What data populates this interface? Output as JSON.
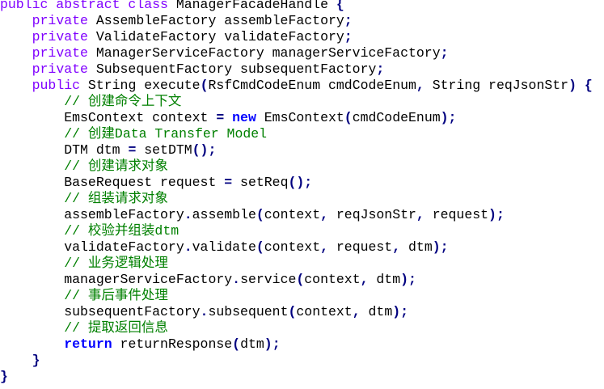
{
  "code_lines": [
    [
      [
        "public abstract class",
        "kw"
      ],
      [
        " ManagerFacadeHandle ",
        "tx"
      ],
      [
        "{",
        "op"
      ]
    ],
    [
      [
        "    ",
        "tx"
      ],
      [
        "private",
        "kw"
      ],
      [
        " AssembleFactory assembleFactory",
        "tx"
      ],
      [
        ";",
        "op"
      ]
    ],
    [
      [
        "    ",
        "tx"
      ],
      [
        "private",
        "kw"
      ],
      [
        " ValidateFactory validateFactory",
        "tx"
      ],
      [
        ";",
        "op"
      ]
    ],
    [
      [
        "    ",
        "tx"
      ],
      [
        "private",
        "kw"
      ],
      [
        " ManagerServiceFactory managerServiceFactory",
        "tx"
      ],
      [
        ";",
        "op"
      ]
    ],
    [
      [
        "    ",
        "tx"
      ],
      [
        "private",
        "kw"
      ],
      [
        " SubsequentFactory subsequentFactory",
        "tx"
      ],
      [
        ";",
        "op"
      ]
    ],
    [
      [
        "    ",
        "tx"
      ],
      [
        "public",
        "kw"
      ],
      [
        " String execute",
        "tx"
      ],
      [
        "(",
        "op"
      ],
      [
        "RsfCmdCodeEnum cmdCodeEnum",
        "tx"
      ],
      [
        ",",
        "op"
      ],
      [
        " String reqJsonStr",
        "tx"
      ],
      [
        ")",
        "op"
      ],
      [
        " ",
        "tx"
      ],
      [
        "{",
        "op"
      ]
    ],
    [
      [
        "        ",
        "tx"
      ],
      [
        "// 创建命令上下文",
        "cm"
      ]
    ],
    [
      [
        "        EmsContext context ",
        "tx"
      ],
      [
        "=",
        "op"
      ],
      [
        " ",
        "tx"
      ],
      [
        "new",
        "ins"
      ],
      [
        " EmsContext",
        "tx"
      ],
      [
        "(",
        "op"
      ],
      [
        "cmdCodeEnum",
        "tx"
      ],
      [
        ");",
        "op"
      ]
    ],
    [
      [
        "        ",
        "tx"
      ],
      [
        "// 创建Data Transfer Model",
        "cm"
      ]
    ],
    [
      [
        "        DTM dtm ",
        "tx"
      ],
      [
        "=",
        "op"
      ],
      [
        " setDTM",
        "tx"
      ],
      [
        "();",
        "op"
      ]
    ],
    [
      [
        "        ",
        "tx"
      ],
      [
        "// 创建请求对象",
        "cm"
      ]
    ],
    [
      [
        "        BaseRequest request ",
        "tx"
      ],
      [
        "=",
        "op"
      ],
      [
        " setReq",
        "tx"
      ],
      [
        "();",
        "op"
      ]
    ],
    [
      [
        "        ",
        "tx"
      ],
      [
        "// 组装请求对象",
        "cm"
      ]
    ],
    [
      [
        "        assembleFactory",
        "tx"
      ],
      [
        ".",
        "op"
      ],
      [
        "assemble",
        "tx"
      ],
      [
        "(",
        "op"
      ],
      [
        "context",
        "tx"
      ],
      [
        ",",
        "op"
      ],
      [
        " reqJsonStr",
        "tx"
      ],
      [
        ",",
        "op"
      ],
      [
        " request",
        "tx"
      ],
      [
        ");",
        "op"
      ]
    ],
    [
      [
        "        ",
        "tx"
      ],
      [
        "// 校验并组装dtm",
        "cm"
      ]
    ],
    [
      [
        "        validateFactory",
        "tx"
      ],
      [
        ".",
        "op"
      ],
      [
        "validate",
        "tx"
      ],
      [
        "(",
        "op"
      ],
      [
        "context",
        "tx"
      ],
      [
        ",",
        "op"
      ],
      [
        " request",
        "tx"
      ],
      [
        ",",
        "op"
      ],
      [
        " dtm",
        "tx"
      ],
      [
        ");",
        "op"
      ]
    ],
    [
      [
        "        ",
        "tx"
      ],
      [
        "// 业务逻辑处理",
        "cm"
      ]
    ],
    [
      [
        "        managerServiceFactory",
        "tx"
      ],
      [
        ".",
        "op"
      ],
      [
        "service",
        "tx"
      ],
      [
        "(",
        "op"
      ],
      [
        "context",
        "tx"
      ],
      [
        ",",
        "op"
      ],
      [
        " dtm",
        "tx"
      ],
      [
        ");",
        "op"
      ]
    ],
    [
      [
        "        ",
        "tx"
      ],
      [
        "// 事后事件处理",
        "cm"
      ]
    ],
    [
      [
        "        subsequentFactory",
        "tx"
      ],
      [
        ".",
        "op"
      ],
      [
        "subsequent",
        "tx"
      ],
      [
        "(",
        "op"
      ],
      [
        "context",
        "tx"
      ],
      [
        ",",
        "op"
      ],
      [
        " dtm",
        "tx"
      ],
      [
        ");",
        "op"
      ]
    ],
    [
      [
        "        ",
        "tx"
      ],
      [
        "// 提取返回信息",
        "cm"
      ]
    ],
    [
      [
        "        ",
        "tx"
      ],
      [
        "return",
        "ins"
      ],
      [
        " returnResponse",
        "tx"
      ],
      [
        "(",
        "op"
      ],
      [
        "dtm",
        "tx"
      ],
      [
        ");",
        "op"
      ]
    ],
    [
      [
        "    ",
        "tx"
      ],
      [
        "}",
        "op"
      ]
    ],
    [
      [
        "}",
        "op"
      ]
    ]
  ]
}
